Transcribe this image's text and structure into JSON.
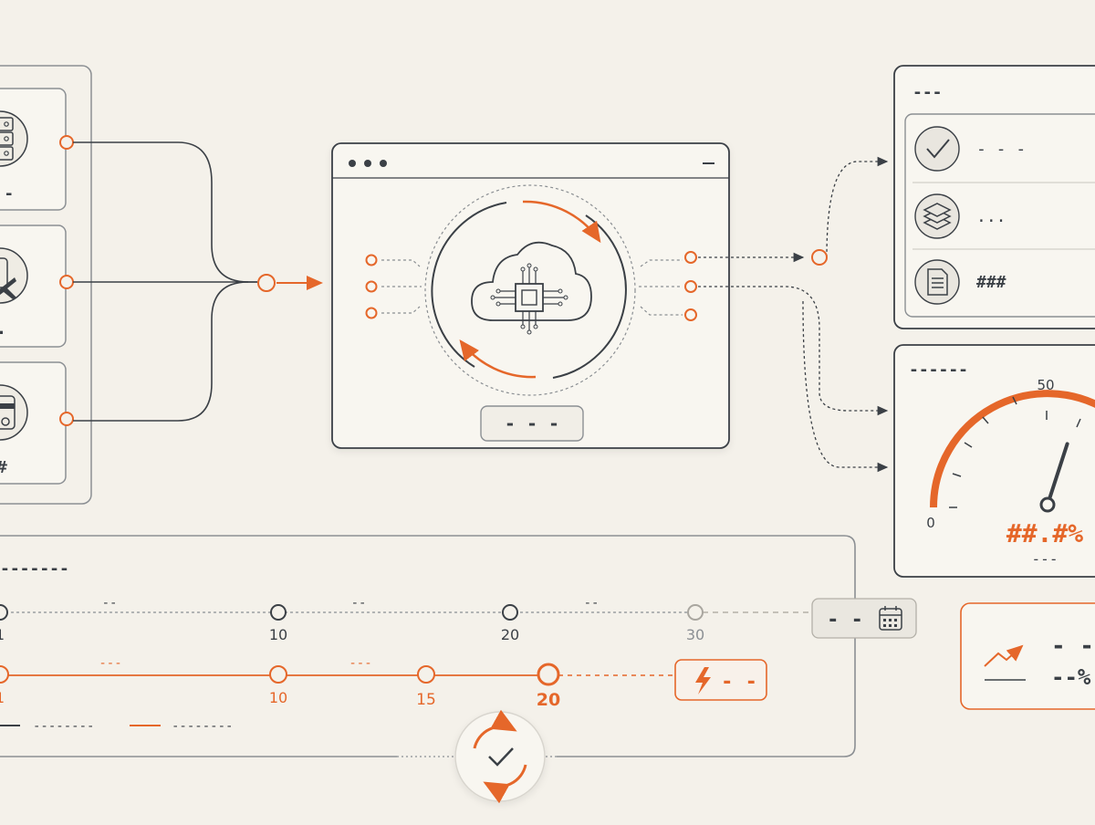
{
  "colors": {
    "background": "#f4f1ea",
    "panel": "#f8f6f0",
    "ink": "#3b4046",
    "soft": "#8b8f93",
    "accent": "#e5672a"
  },
  "sources": {
    "items": [
      {
        "icon": "server-icon",
        "label": "-"
      },
      {
        "icon": "airplane-icon",
        "label": "."
      },
      {
        "icon": "credit-card-icon",
        "label": "#"
      }
    ]
  },
  "processor": {
    "window_icons": [
      "window-dots-icon",
      "minimize-icon"
    ],
    "center_icon": "cloud-chip-icon",
    "button_label": "- - -"
  },
  "results": {
    "title": "---",
    "items": [
      {
        "icon": "check-icon",
        "label": "- - -"
      },
      {
        "icon": "layers-icon",
        "label": "..."
      },
      {
        "icon": "document-icon",
        "label": "###"
      }
    ]
  },
  "gauge": {
    "title": "------",
    "min_label": "0",
    "mid_label": "50",
    "value_text": "##.#%",
    "caption": "---",
    "fraction": 0.6
  },
  "trend": {
    "icon": "trend-up-icon",
    "line1": "- -",
    "line2": "--%"
  },
  "timeline": {
    "title": "-------",
    "row1": {
      "ticks": [
        "1",
        "10",
        "20",
        "30"
      ],
      "gap_labels": [
        "--",
        "--",
        "--"
      ],
      "end_label": "- -",
      "end_icon": "calendar-icon"
    },
    "row2": {
      "ticks": [
        "1",
        "10",
        "15",
        "20"
      ],
      "gap_labels": [
        "---",
        "---"
      ],
      "end_label": "- -",
      "end_icon": "lightning-icon"
    },
    "legend": [
      {
        "label": "--------"
      },
      {
        "label": "--------"
      }
    ],
    "center_icon": "sync-check-icon"
  }
}
